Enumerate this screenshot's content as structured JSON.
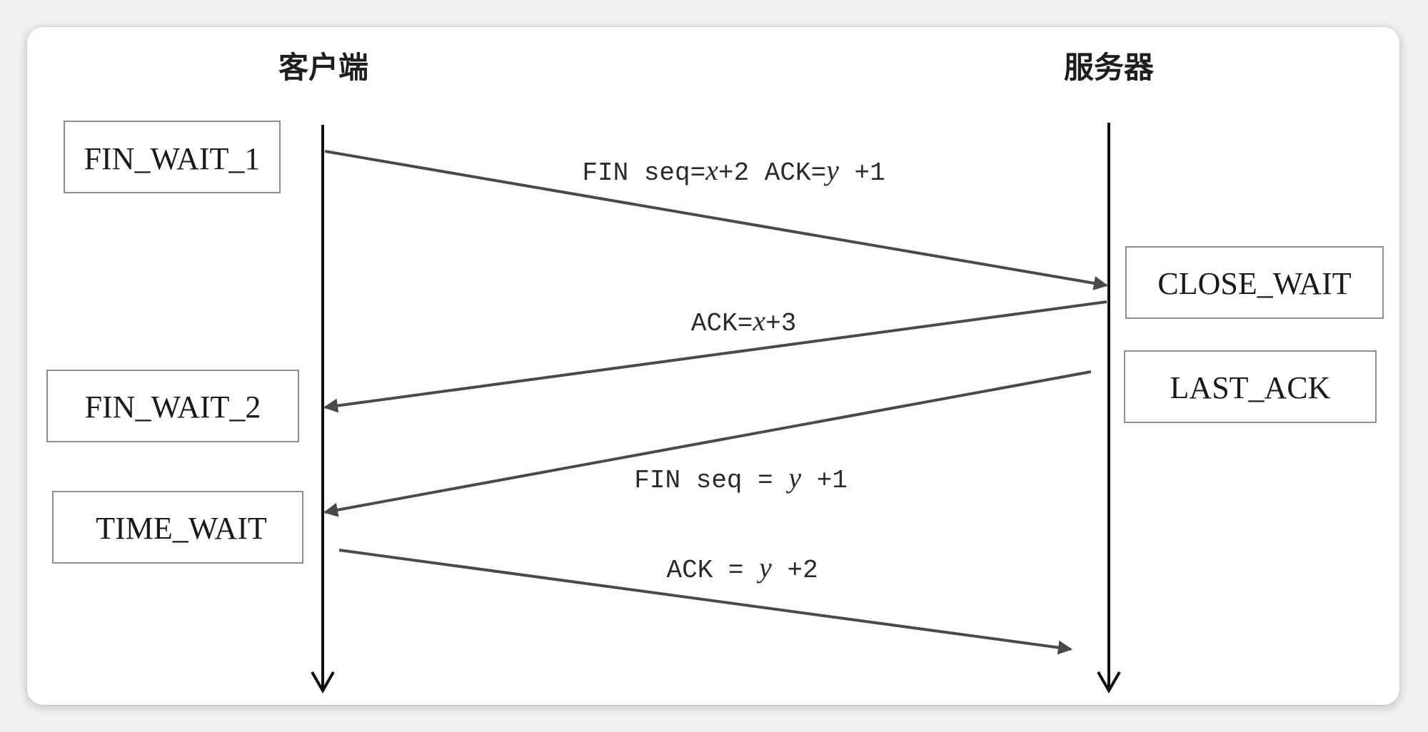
{
  "participants": {
    "client": "客户端",
    "server": "服务器"
  },
  "states": {
    "fin_wait_1": "FIN_WAIT_1",
    "fin_wait_2": "FIN_WAIT_2",
    "time_wait": "TIME_WAIT",
    "close_wait": "CLOSE_WAIT",
    "last_ack": "LAST_ACK"
  },
  "messages": {
    "m1": {
      "pre": "FIN seq=",
      "v1": "x",
      "mid": "+2 ACK=",
      "v2": "y",
      "post": " +1"
    },
    "m2": {
      "pre": "ACK=",
      "v1": "x",
      "post": "+3"
    },
    "m3": {
      "pre": "FIN seq = ",
      "v1": "y",
      "post": " +1"
    },
    "m4": {
      "pre": "ACK = ",
      "v1": "y",
      "post": " +2"
    }
  },
  "colors": {
    "arrow": "#4a4a4a",
    "lifeline": "#111111",
    "box_border": "#8e8e8e"
  }
}
